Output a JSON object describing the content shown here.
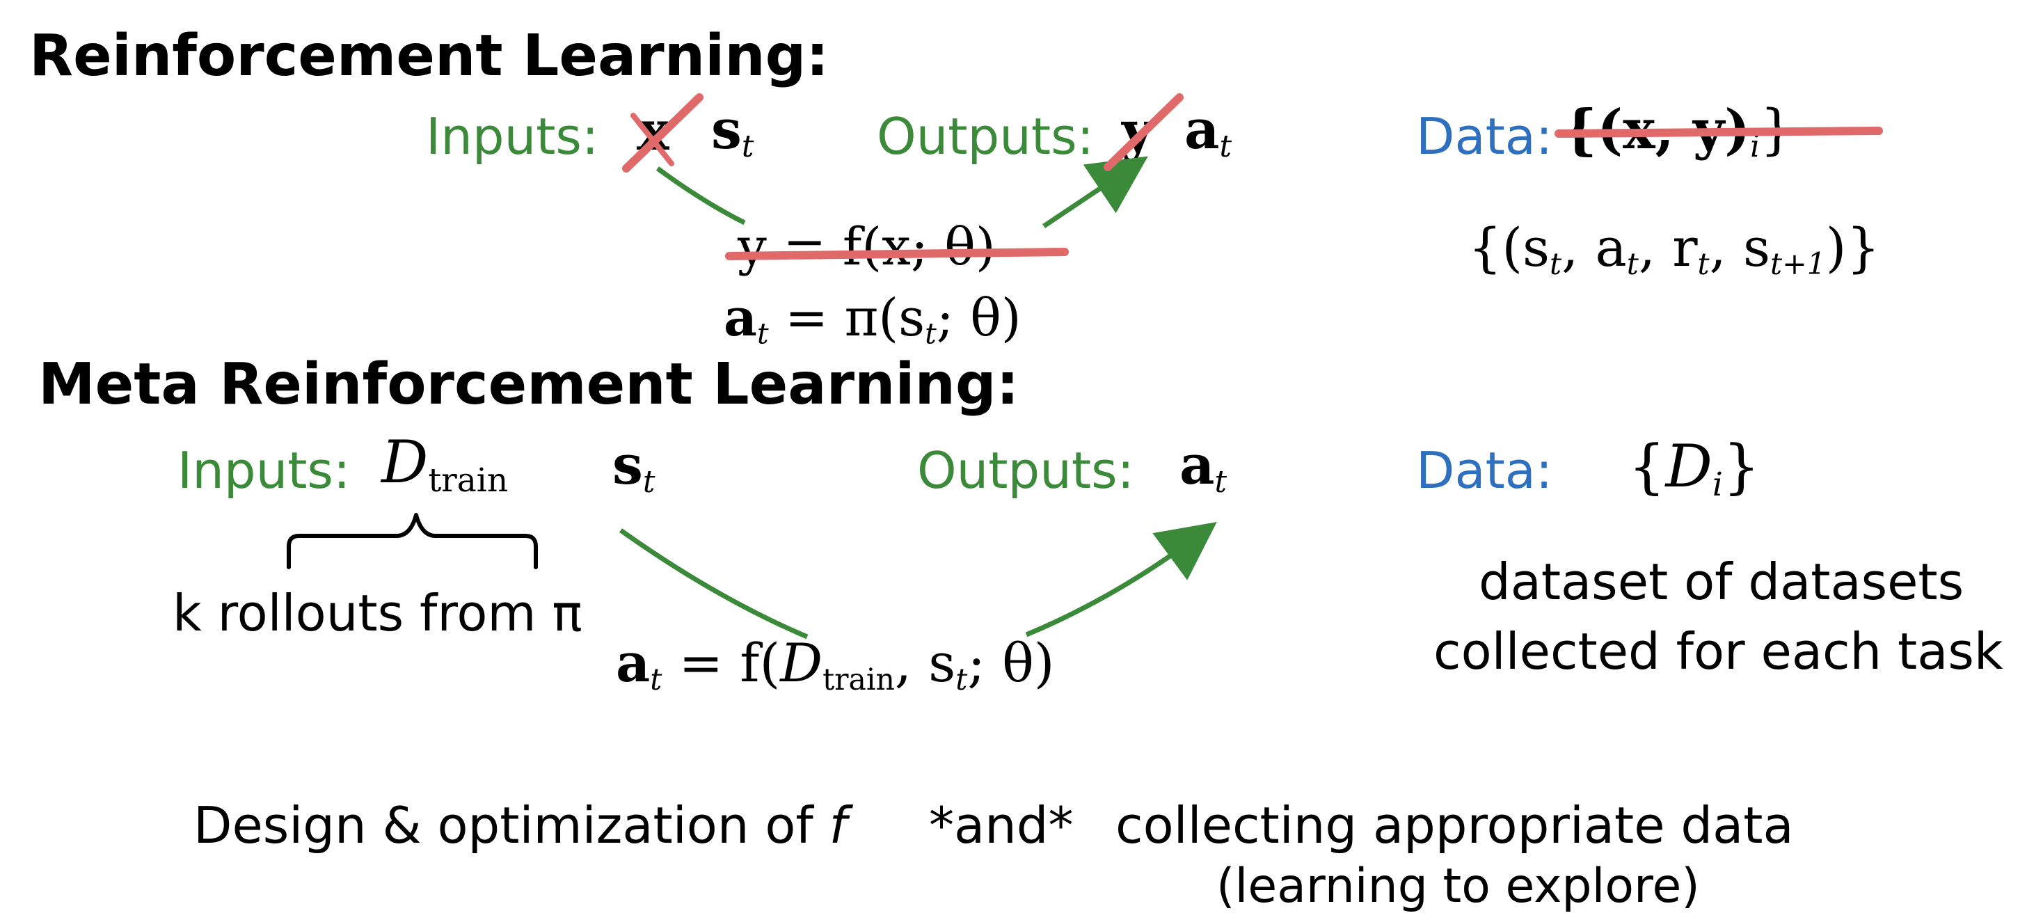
{
  "rl": {
    "heading": "Reinforcement Learning:",
    "inputs_label": "Inputs:",
    "outputs_label": "Outputs:",
    "data_label": "Data:",
    "input_old": "x",
    "input_new_main": "s",
    "input_new_sub": "t",
    "output_old": "y",
    "output_new_main": "a",
    "output_new_sub": "t",
    "formula_old": "y = f(x; θ)",
    "formula_new_a": "a",
    "formula_new_sub": "t",
    "formula_new_rest": " = π(s",
    "formula_new_sub2": "t",
    "formula_new_end": "; θ)",
    "data_old": "{(x, y)",
    "data_old_sub": "i",
    "data_old_end": "}",
    "data_new": "{(s",
    "data_new_t1": "t",
    "data_new_a": ", a",
    "data_new_t2": "t",
    "data_new_r": ", r",
    "data_new_t3": "t",
    "data_new_s": ", s",
    "data_new_t4": "t+1",
    "data_new_end": ")}"
  },
  "meta": {
    "heading": "Meta Reinforcement Learning:",
    "inputs_label": "Inputs:",
    "outputs_label": "Outputs:",
    "data_label": "Data:",
    "dtrain_main": "D",
    "dtrain_sub": "train",
    "st_main": "s",
    "st_sub": "t",
    "at_main": "a",
    "at_sub": "t",
    "brace_caption": "k rollouts from π",
    "formula_a": "a",
    "formula_a_sub": "t",
    "formula_mid": " = f(",
    "formula_D": "D",
    "formula_D_sub": "train",
    "formula_s": ", s",
    "formula_s_sub": "t",
    "formula_end": "; θ)",
    "data_set_open": "{",
    "data_set_D": "D",
    "data_set_sub": "i",
    "data_set_close": "}",
    "data_desc_line1": "dataset of datasets",
    "data_desc_line2": "collected for each task"
  },
  "footer": {
    "left_text": "Design & optimization of ",
    "left_f": "f",
    "middle": "*and*",
    "right": "collecting appropriate data",
    "right_sub": "(learning to explore)"
  },
  "colors": {
    "green": "#3a8a3a",
    "blue": "#2f6fc0",
    "strike_red": "#e06a6a"
  }
}
